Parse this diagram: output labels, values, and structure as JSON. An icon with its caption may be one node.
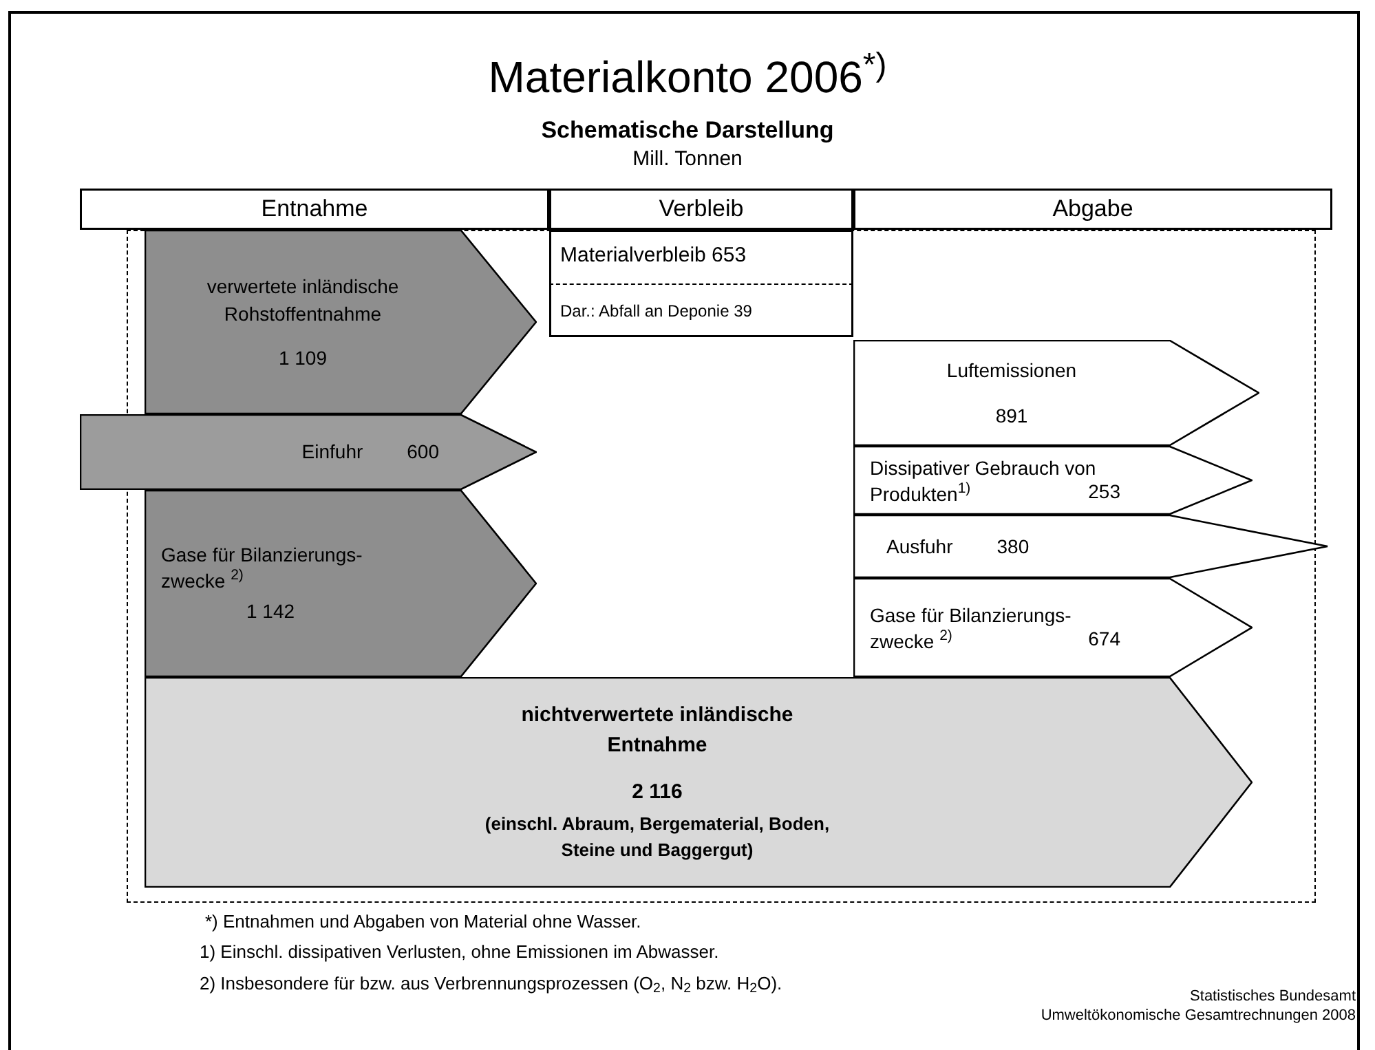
{
  "diagram": {
    "title": "Materialkonto 2006$^{*)}$",
    "nodes": [
      {
        "text": [
          "Entnahme"
        ]
      },
      {
        "text": [
          "Verbleib"
        ]
      },
      {
        "text": [
          "Abgabe"
        ]
      },
      {
        "text": [
          "verwertete inländische Rohstoffentnahme",
          "1 109"
        ]
      },
      {
        "text": [
          "Einfuhr",
          "600"
        ]
      },
      {
        "text": [
          "Gase für Bilanzierungs- zwecke $^{2)}$",
          "1 142"
        ]
      },
      {
        "text": [
          "Materialverbleib 653",
          "Dar.: Abfall an Deponie 39"
        ]
      },
      {
        "text": [
          "Luftemissionen",
          "891"
        ]
      },
      {
        "text": [
          "Dissipativer Gebrauch von Produkten$^{1)}$",
          "253"
        ]
      },
      {
        "text": [
          "Ausfuhr",
          "380"
        ]
      },
      {
        "text": [
          "Gase für Bilanzierungs- zwecke $^{2)}$",
          "674"
        ]
      },
      {
        "text": [
          "nichtverwertete inländische Entnahme",
          "2 116",
          "(einschl. Abraum, Bergematerial, Boden, Steine und Baggergut)"
        ]
      }
    ],
    "labels": [
      "Schematische Darstellung",
      "Mill. Tonnen",
      "*) Entnahmen und Abgaben von Material ohne Wasser.",
      "1) Einschl. dissipativen Verlusten, ohne Emissionen im Abwasser.",
      "2) Insbesondere für bzw. aus Verbrennungsprozessen (O$_{2}$, N$_{2}$ bzw. H$_{2}$O).",
      "Statistisches Bundesamt",
      "Umweltökonomische Gesamtrechnungen 2008"
    ]
  }
}
